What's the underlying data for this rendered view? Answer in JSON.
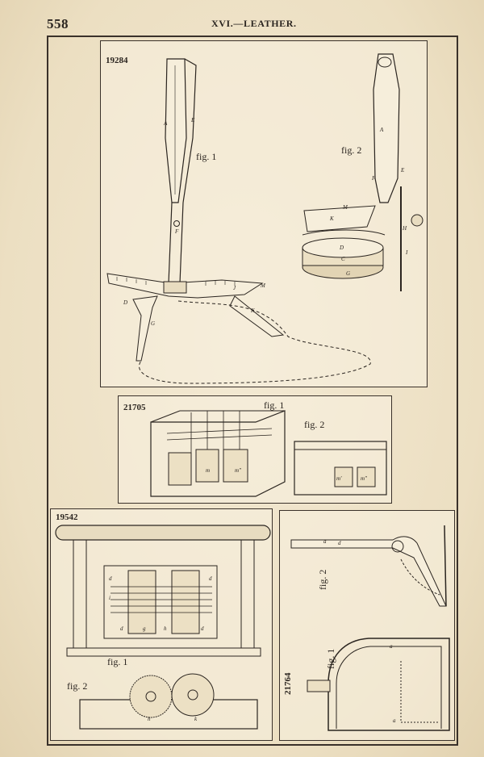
{
  "header": {
    "page_number": "558",
    "title": "XVI.—LEATHER."
  },
  "panels": {
    "p19284": {
      "number": "19284",
      "fig1": "fig. 1",
      "fig2": "fig. 2"
    },
    "p21705": {
      "number": "21705",
      "fig1": "fig. 1",
      "fig2": "fig. 2"
    },
    "p19542": {
      "number": "19542",
      "fig1": "fig. 1",
      "fig2": "fig. 2"
    },
    "p21764": {
      "number": "21764",
      "fig1": "fig. 1",
      "fig2": "fig. 2"
    }
  }
}
